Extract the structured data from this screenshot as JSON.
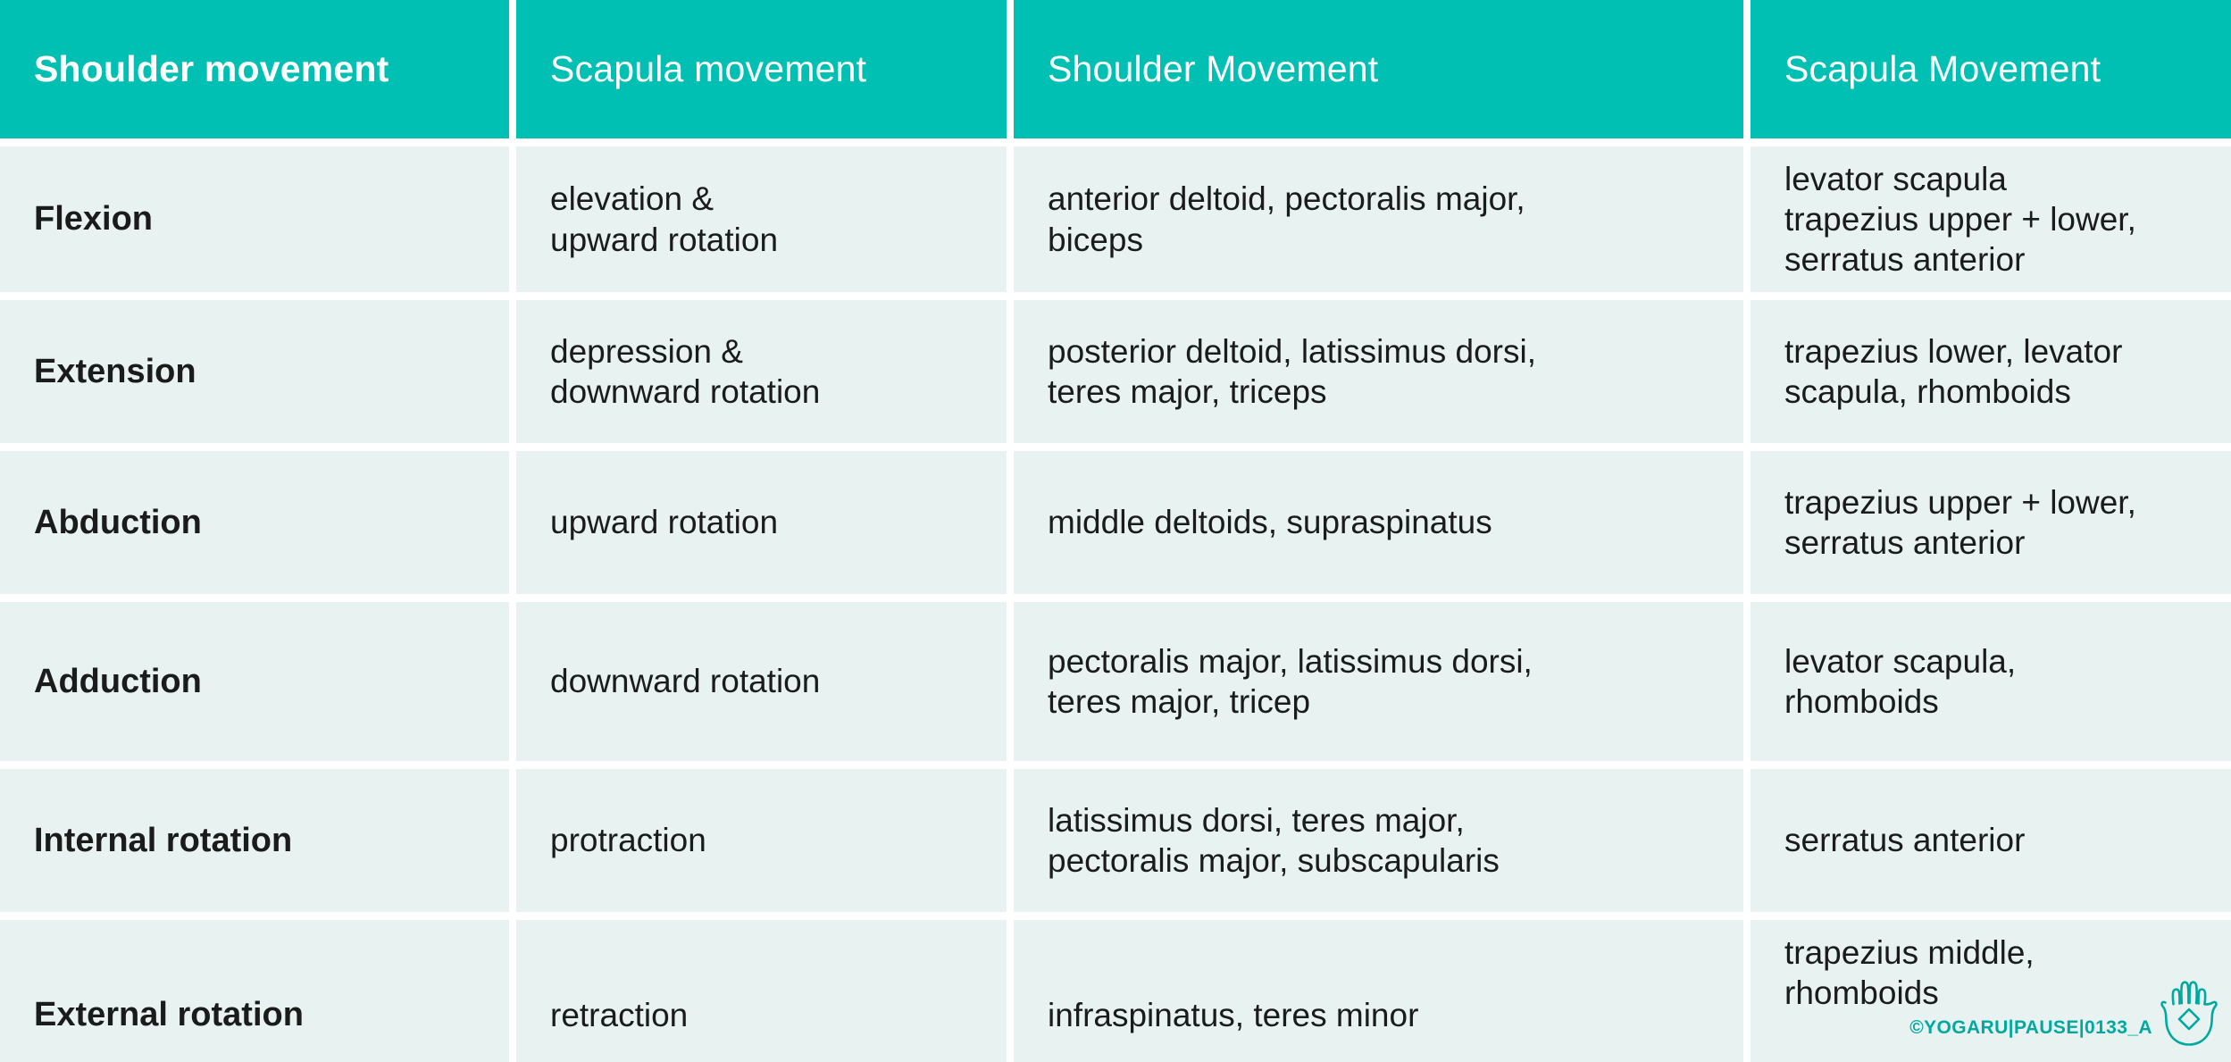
{
  "table": {
    "headers": [
      {
        "label": "Shoulder movement",
        "bold": true
      },
      {
        "label": "Scapula movement",
        "bold": false
      },
      {
        "label": "Shoulder Movement",
        "bold": false
      },
      {
        "label": "Scapula Movement",
        "bold": false
      }
    ],
    "rows": [
      {
        "shoulder_movement": "Flexion",
        "scapula_movement": "elevation &\nupward rotation",
        "shoulder_muscles": "anterior deltoid, pectoralis major,\nbiceps",
        "scapula_muscles": "levator scapula\ntrapezius upper + lower,\nserratus anterior"
      },
      {
        "shoulder_movement": "Extension",
        "scapula_movement": "depression &\ndownward rotation",
        "shoulder_muscles": "posterior deltoid, latissimus dorsi,\nteres major, triceps",
        "scapula_muscles": "trapezius lower, levator\nscapula, rhomboids"
      },
      {
        "shoulder_movement": "Abduction",
        "scapula_movement": "upward rotation",
        "shoulder_muscles": "middle deltoids, supraspinatus",
        "scapula_muscles": "trapezius upper + lower,\nserratus anterior"
      },
      {
        "shoulder_movement": "Adduction",
        "scapula_movement": "downward rotation",
        "shoulder_muscles": "pectoralis major, latissimus dorsi,\nteres major, tricep",
        "scapula_muscles": "levator scapula,\nrhomboids"
      },
      {
        "shoulder_movement": "Internal rotation",
        "scapula_movement": "protraction",
        "shoulder_muscles": "latissimus dorsi, teres major,\npectoralis major, subscapularis",
        "scapula_muscles": "serratus anterior"
      },
      {
        "shoulder_movement": "External rotation",
        "scapula_movement": "retraction",
        "shoulder_muscles": "infraspinatus, teres minor",
        "scapula_muscles": "trapezius middle,\nrhomboids"
      }
    ]
  },
  "watermark": {
    "text": "©YOGARU|PAUSE|0133_A",
    "logo_name": "hamsa-hand-logo"
  },
  "colors": {
    "header_bg": "#00bfb3",
    "header_text": "#ffffff",
    "cell_bg": "#e7f2f1",
    "cell_text": "#1b1b1b",
    "page_bg": "#ffffff",
    "accent": "#00a9a0"
  }
}
